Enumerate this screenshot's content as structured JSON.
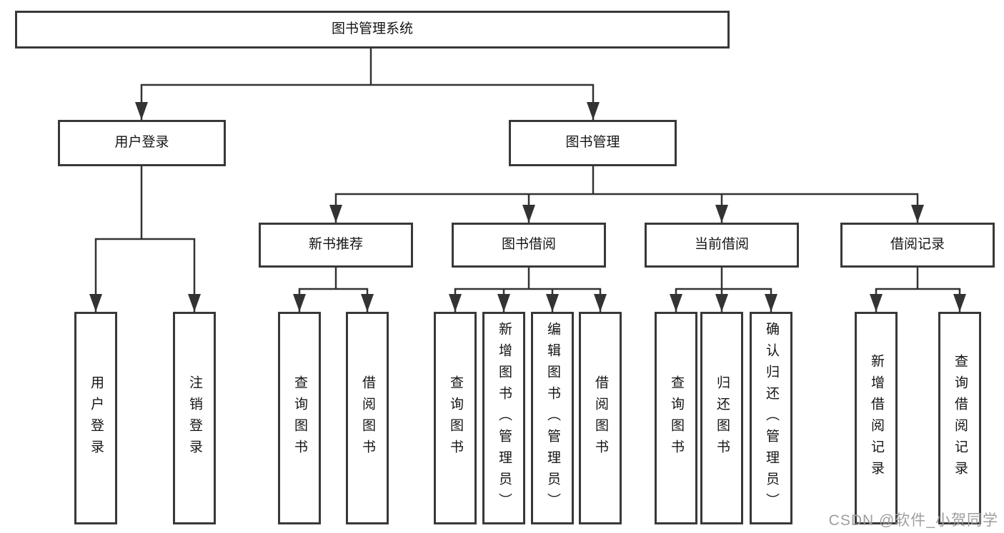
{
  "tree": {
    "label": "图书管理系统",
    "children": [
      {
        "label": "用户登录",
        "children": [
          {
            "label": "用户登录"
          },
          {
            "label": "注销登录"
          }
        ]
      },
      {
        "label": "图书管理",
        "children": [
          {
            "label": "新书推荐",
            "children": [
              {
                "label": "查询图书"
              },
              {
                "label": "借阅图书"
              }
            ]
          },
          {
            "label": "图书借阅",
            "children": [
              {
                "label": "查询图书"
              },
              {
                "label": "新增图书（管理员）"
              },
              {
                "label": "编辑图书（管理员）"
              },
              {
                "label": "借阅图书"
              }
            ]
          },
          {
            "label": "当前借阅",
            "children": [
              {
                "label": "查询图书"
              },
              {
                "label": "归还图书"
              },
              {
                "label": "确认归还（管理员）"
              }
            ]
          },
          {
            "label": "借阅记录",
            "children": [
              {
                "label": "新增借阅记录"
              },
              {
                "label": "查询借阅记录"
              }
            ]
          }
        ]
      }
    ]
  },
  "watermark": "CSDN @软件_小贺同学",
  "colors": {
    "line": "#333333",
    "border": "#383838",
    "text": "#141414",
    "watermark": "#9e9e9e",
    "background": "#ffffff"
  }
}
